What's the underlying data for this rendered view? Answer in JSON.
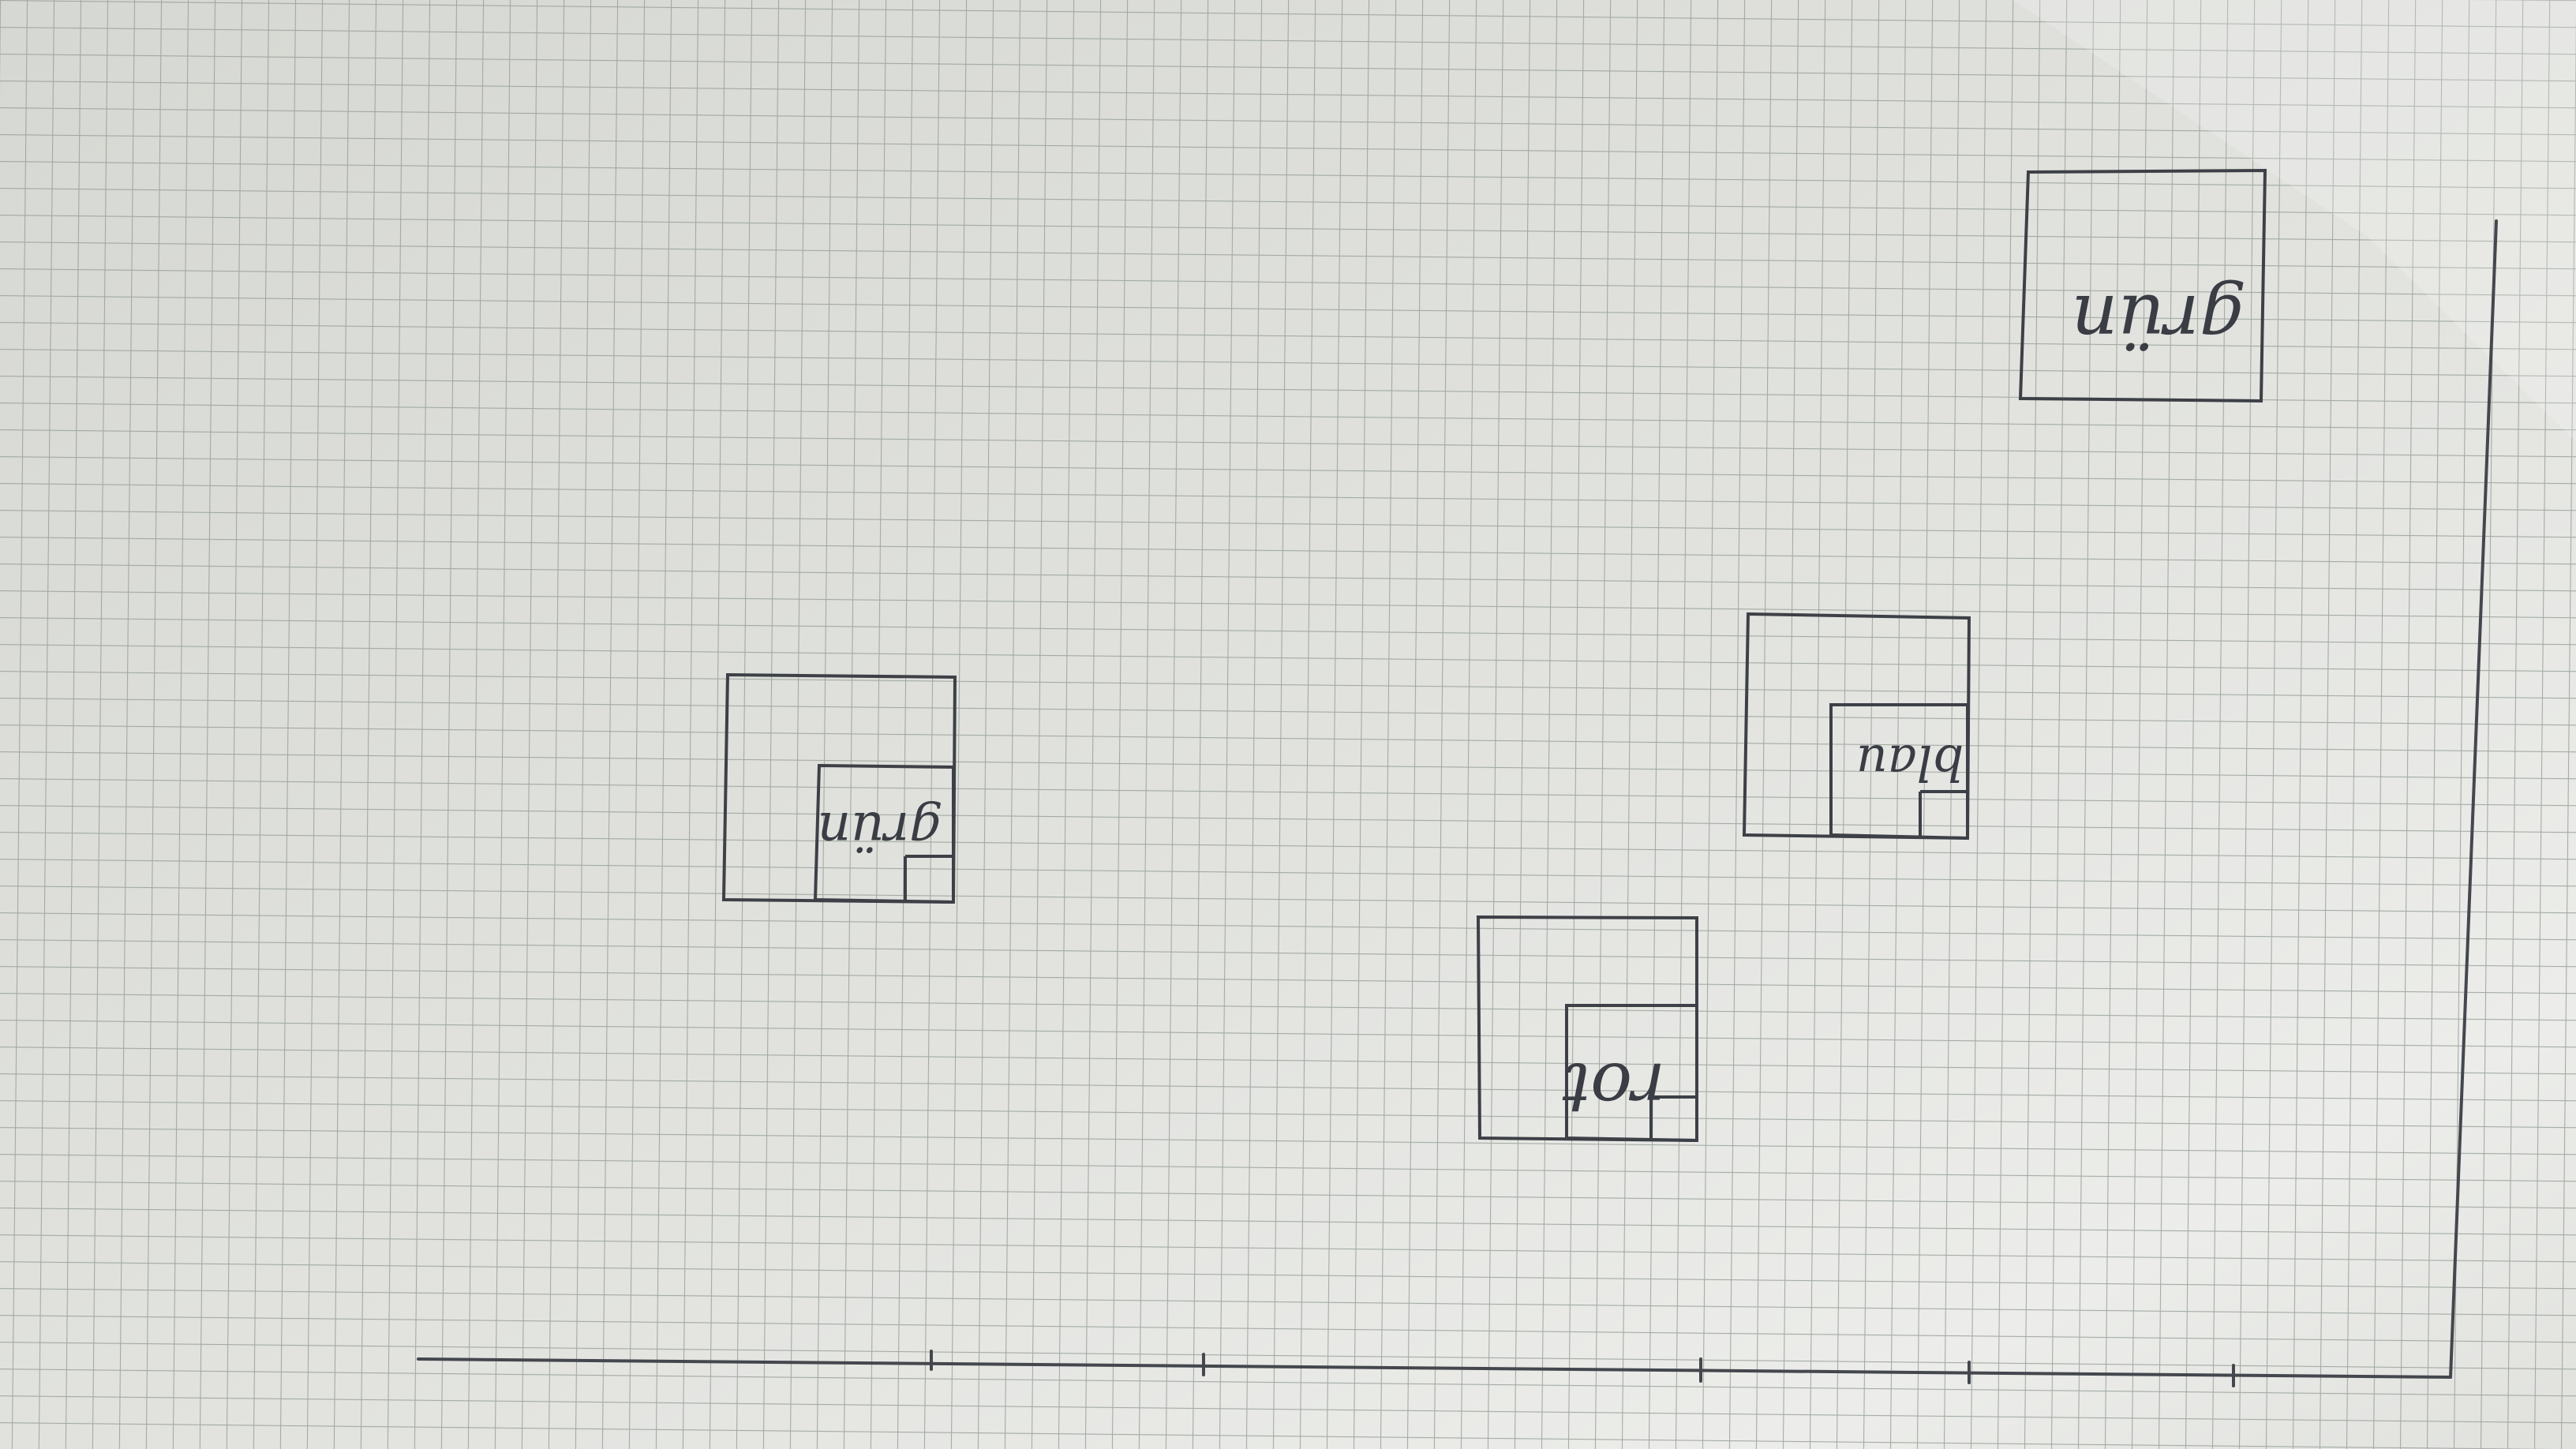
{
  "paper": {
    "background": "#e3e4df",
    "grid_color": "#9aa39c",
    "ink_color": "#3a3d44"
  },
  "boxes": [
    {
      "id": "box-gruen-large",
      "label": "grün",
      "orientation": "upside-down"
    },
    {
      "id": "box-blau",
      "label": "blau",
      "orientation": "upside-down"
    },
    {
      "id": "box-rot",
      "label": "rot",
      "orientation": "upside-down"
    },
    {
      "id": "box-gruen-small",
      "label": "grün",
      "orientation": "upside-down"
    }
  ]
}
